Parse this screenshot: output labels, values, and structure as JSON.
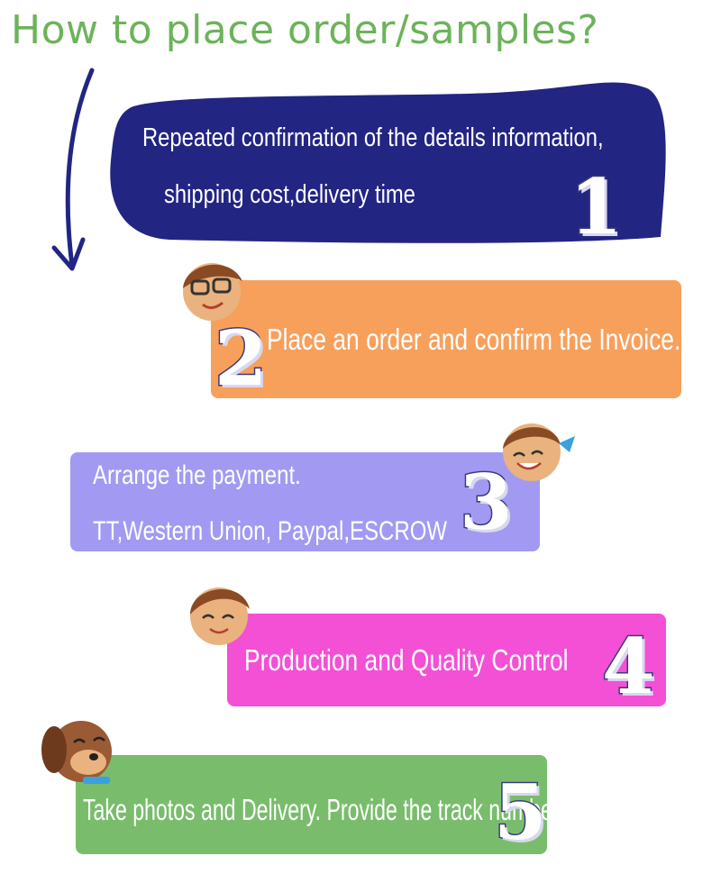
{
  "title": "How to place order/samples?",
  "steps": [
    {
      "number": "1",
      "lines": [
        "Repeated confirmation of  the details information,",
        "shipping cost,delivery time"
      ],
      "color": "#232583"
    },
    {
      "number": "2",
      "lines": [
        "Place an order and confirm the Invoice."
      ],
      "color": "#f7a05c"
    },
    {
      "number": "3",
      "lines": [
        "Arrange the payment.",
        "TT,Western Union, Paypal,ESCROW"
      ],
      "color": "#a29af2"
    },
    {
      "number": "4",
      "lines": [
        "Production and Quality Control"
      ],
      "color": "#f350d6"
    },
    {
      "number": "5",
      "lines": [
        "Take photos and Delivery. Provide the track number"
      ],
      "color": "#79bd6c"
    }
  ],
  "colors": {
    "title": "#6cb35a",
    "arrow": "#232583"
  }
}
